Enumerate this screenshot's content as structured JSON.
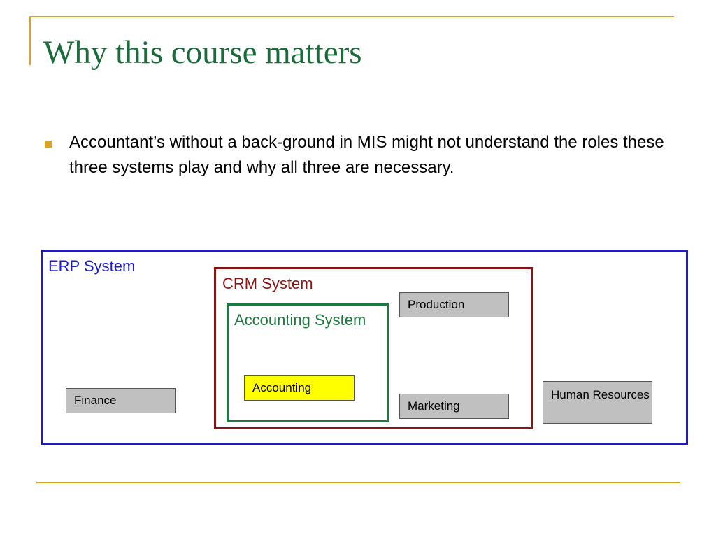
{
  "slide": {
    "title": "Why this course matters",
    "bullets": [
      {
        "text": "Accountant’s without a back-ground in MIS might not understand the roles these three systems play and why all three are necessary."
      }
    ]
  },
  "diagram": {
    "erp_label": "ERP System",
    "crm_label": "CRM System",
    "accounting_system_label": "Accounting System",
    "modules": {
      "production": "Production",
      "finance": "Finance",
      "accounting": "Accounting",
      "marketing": "Marketing",
      "human_resources": "Human Resources"
    }
  },
  "colors": {
    "title": "#1a6b3a",
    "accent_rule": "#d9a520",
    "erp": "#1a1ad6",
    "crm": "#8a1414",
    "accounting_system": "#1d7a3e",
    "module_fill": "#c0c0c0",
    "accounting_module_fill": "#ffff00"
  }
}
